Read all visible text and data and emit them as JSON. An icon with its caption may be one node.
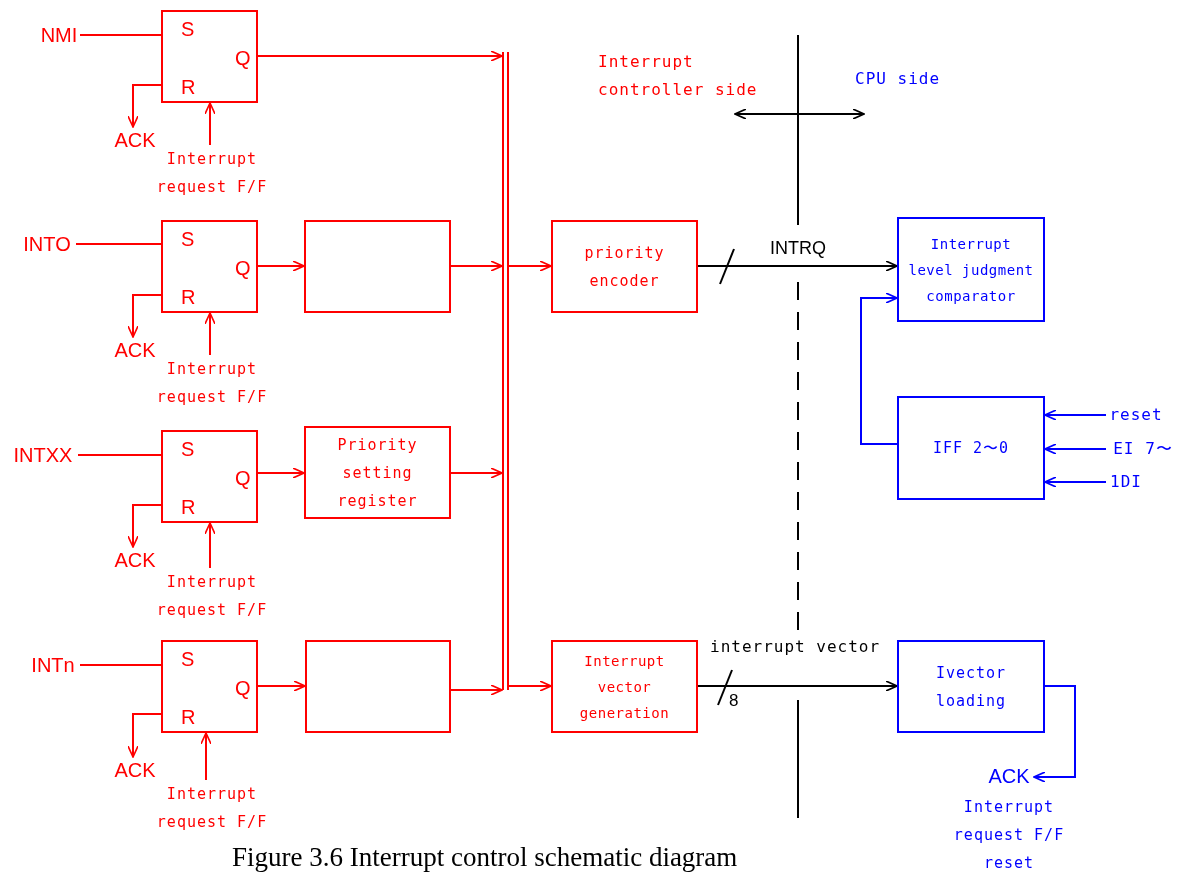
{
  "diagram": {
    "caption": "Figure 3.6 Interrupt control schematic diagram",
    "nodes": [
      {
        "text": [
          "NMI"
        ]
      },
      {
        "text": [
          "S",
          "Q",
          "R"
        ]
      },
      {
        "text": [
          "ACK"
        ]
      },
      {
        "text": [
          "Interrupt request F/F"
        ]
      },
      {
        "text": [
          "INTO"
        ]
      },
      {
        "text": [
          "S",
          "Q",
          "R"
        ]
      },
      {
        "text": [
          "ACK"
        ]
      },
      {
        "text": [
          "Interrupt request F/F"
        ]
      },
      {
        "text": [],
        "shape": "box"
      },
      {
        "text": [
          "INTXX"
        ]
      },
      {
        "text": [
          "S",
          "Q",
          "R"
        ]
      },
      {
        "text": [
          "ACK"
        ]
      },
      {
        "text": [
          "Interrupt request F/F"
        ]
      },
      {
        "text": [
          "Priority setting register"
        ]
      },
      {
        "text": [
          "INTn"
        ]
      },
      {
        "text": [
          "S",
          "Q",
          "R"
        ]
      },
      {
        "text": [
          "ACK"
        ]
      },
      {
        "text": [
          "Interrupt request F/F"
        ]
      },
      {
        "text": [],
        "shape": "box"
      },
      {
        "text": [],
        "shape": "bar"
      },
      {
        "text": [
          "priority encoder"
        ]
      },
      {
        "text": [
          "Interrupt vector generation"
        ]
      },
      {
        "text": [
          "Interrupt level judgment comparator"
        ]
      },
      {
        "text": [
          "IFF 2〜0"
        ]
      },
      {
        "text": [
          "reset"
        ]
      },
      {
        "text": [
          "EI 7〜"
        ]
      },
      {
        "text": [
          "1DI"
        ]
      },
      {
        "text": [
          "Ivector loading"
        ]
      },
      {
        "text": [
          "ACK"
        ],
        "beside": [
          "Interrupt request F/F reset"
        ]
      }
    ],
    "edges": [
      {
        "from": 0,
        "to": 1,
        "arrow": "none"
      },
      {
        "from": 1,
        "to": 2,
        "arrow": "to"
      },
      {
        "from": 3,
        "to": 1,
        "arrow": "to"
      },
      {
        "from": 1,
        "to": 19,
        "arrow": "to"
      },
      {
        "from": 4,
        "to": 5,
        "arrow": "none"
      },
      {
        "from": 5,
        "to": 6,
        "arrow": "to"
      },
      {
        "from": 7,
        "to": 5,
        "arrow": "to"
      },
      {
        "from": 5,
        "to": 8,
        "arrow": "to"
      },
      {
        "from": 8,
        "to": 19,
        "arrow": "to"
      },
      {
        "from": 9,
        "to": 10,
        "arrow": "none"
      },
      {
        "from": 10,
        "to": 11,
        "arrow": "to"
      },
      {
        "from": 12,
        "to": 10,
        "arrow": "to"
      },
      {
        "from": 10,
        "to": 13,
        "arrow": "to"
      },
      {
        "from": 13,
        "to": 19,
        "arrow": "to"
      },
      {
        "from": 14,
        "to": 15,
        "arrow": "none"
      },
      {
        "from": 15,
        "to": 16,
        "arrow": "to"
      },
      {
        "from": 17,
        "to": 15,
        "arrow": "to"
      },
      {
        "from": 15,
        "to": 18,
        "arrow": "to"
      },
      {
        "from": 18,
        "to": 19,
        "arrow": "to"
      },
      {
        "from": 19,
        "to": 20,
        "arrow": "to"
      },
      {
        "from": 19,
        "to": 21,
        "arrow": "to"
      },
      {
        "from": 20,
        "to": 22,
        "label": "INTRQ",
        "arrow": "to",
        "color": "#000000"
      },
      {
        "from": 21,
        "to": 27,
        "label": "interrupt vector",
        "arrow": "to",
        "color": "#000000"
      },
      {
        "from": 23,
        "to": 22,
        "arrow": "to",
        "color": "#0000ff"
      },
      {
        "from": 24,
        "to": 23,
        "arrow": "to",
        "color": "#0000ff"
      },
      {
        "from": 25,
        "to": 23,
        "arrow": "to",
        "color": "#0000ff"
      },
      {
        "from": 26,
        "to": 23,
        "arrow": "to",
        "color": "#0000ff"
      },
      {
        "from": 27,
        "to": 28,
        "arrow": "to",
        "color": "#0000ff"
      }
    ],
    "labels": [
      "Interrupt controller side",
      "CPU side",
      "8"
    ]
  }
}
